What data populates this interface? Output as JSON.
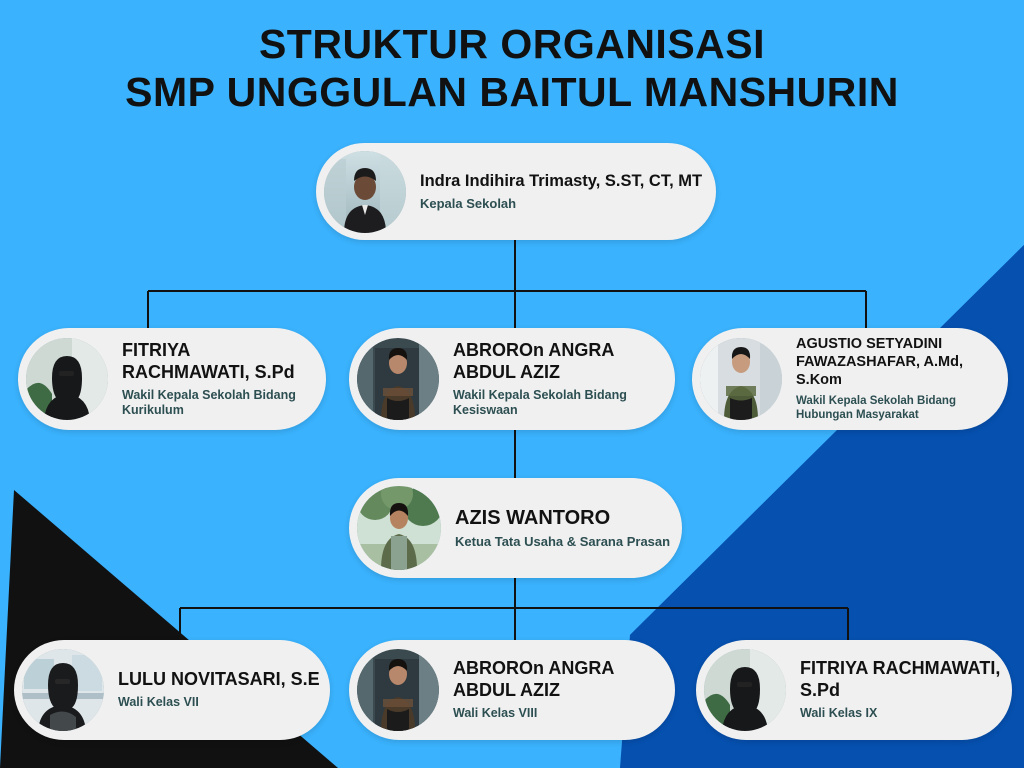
{
  "title": {
    "line1": "STRUKTUR ORGANISASI",
    "line2": "SMP UNGGULAN BAITUL MANSHURIN"
  },
  "colors": {
    "background_light_blue": "#3AB2FD",
    "accent_dark_blue": "#0650AF",
    "accent_black": "#111111",
    "card_surface": "#F0F0F0",
    "name_text": "#121212",
    "role_text": "#2D4F52"
  },
  "chart_nodes": {
    "kepala_sekolah": {
      "name": "Indra Indihira Trimasty, S.ST, CT, MT",
      "role": "Kepala Sekolah",
      "photo_alt": "portrait-kepala-sekolah"
    },
    "wakasek_kurikulum": {
      "name": "FITRIYA RACHMAWATI, S.Pd",
      "role": "Wakil Kepala Sekolah Bidang Kurikulum",
      "photo_alt": "portrait-wakasek-kurikulum"
    },
    "wakasek_kesiswaan": {
      "name": "ABROROn ANGRA ABDUL AZIZ",
      "role": "Wakil Kepala Sekolah Bidang Kesiswaan",
      "photo_alt": "portrait-wakasek-kesiswaan"
    },
    "wakasek_humas": {
      "name": "AGUSTIO SETYADINI FAWAZASHAFAR, A.Md, S.Kom",
      "role": "Wakil Kepala Sekolah Bidang Hubungan Masyarakat",
      "photo_alt": "portrait-wakasek-humas"
    },
    "tata_usaha": {
      "name": "AZIS WANTORO",
      "role": "Ketua Tata Usaha & Sarana Prasan",
      "photo_alt": "portrait-tata-usaha"
    },
    "wali_kelas_7": {
      "name": "LULU NOVITASARI, S.E",
      "role": "Wali Kelas VII",
      "photo_alt": "portrait-wali-kelas-7"
    },
    "wali_kelas_8": {
      "name": "ABROROn ANGRA ABDUL AZIZ",
      "role": "Wali Kelas VIII",
      "photo_alt": "portrait-wali-kelas-8"
    },
    "wali_kelas_9": {
      "name": "FITRIYA RACHMAWATI, S.Pd",
      "role": "Wali Kelas IX",
      "photo_alt": "portrait-wali-kelas-9"
    }
  }
}
